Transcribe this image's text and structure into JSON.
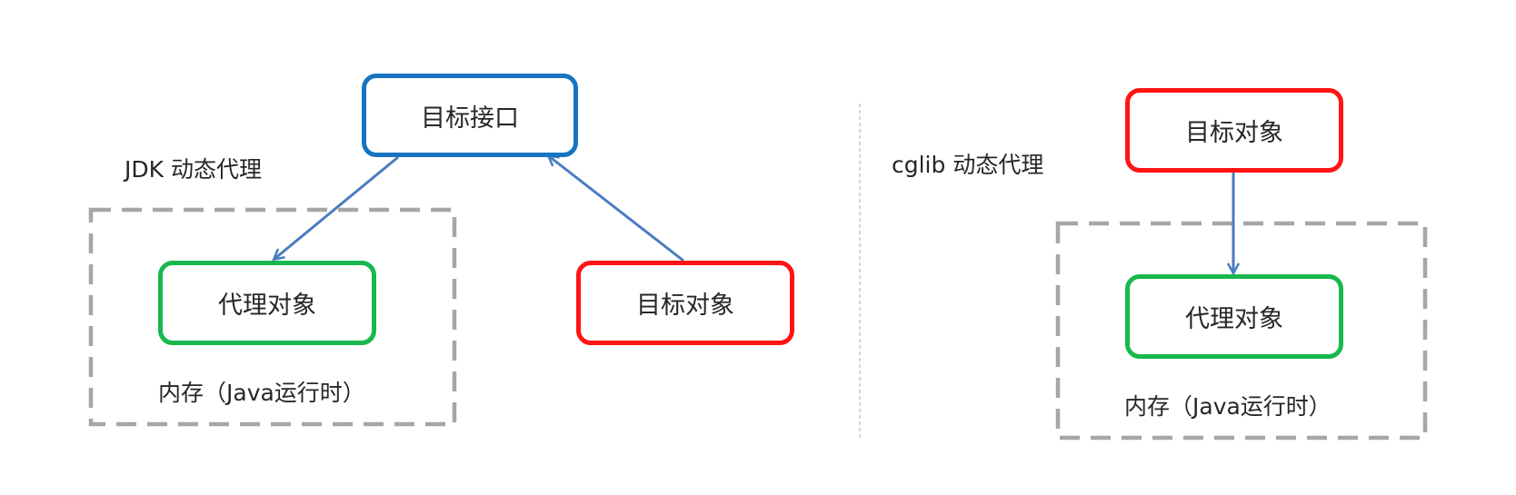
{
  "jdk": {
    "title": "JDK 动态代理",
    "target_interface": "目标接口",
    "proxy_object": "代理对象",
    "target_object": "目标对象",
    "memory_label": "内存（Java运行时）"
  },
  "cglib": {
    "title": "cglib 动态代理",
    "target_object": "目标对象",
    "proxy_object": "代理对象",
    "memory_label": "内存（Java运行时）"
  },
  "colors": {
    "interface_border": "#1874c2",
    "target_border": "#ff1414",
    "proxy_border": "#18b84c",
    "arrow": "#4a7cc0",
    "dashed": "#a6a6a6",
    "divider": "#c8c8c8"
  }
}
